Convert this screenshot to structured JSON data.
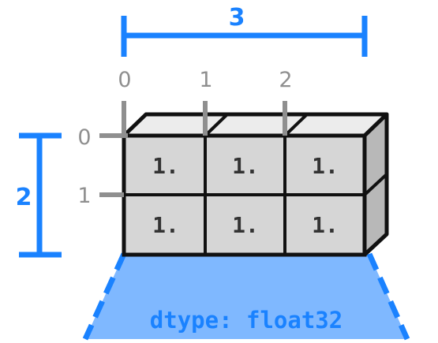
{
  "array": {
    "shape_labels": {
      "columns": "3",
      "rows": "2"
    },
    "column_indices": [
      "0",
      "1",
      "2"
    ],
    "row_indices": [
      "0",
      "1"
    ],
    "cells": [
      [
        "1.",
        "1.",
        "1."
      ],
      [
        "1.",
        "1.",
        "1."
      ]
    ],
    "dtype_label": "dtype: float32"
  },
  "colors": {
    "accent": "#1a82ff",
    "index_gray": "#8f8f8f",
    "cell_face": "#d6d6d6",
    "cell_top": "#ececec",
    "cell_side": "#b8b8b8",
    "cell_text": "#333333",
    "dtype_fill": "#7fb8ff",
    "outline": "#111111"
  }
}
